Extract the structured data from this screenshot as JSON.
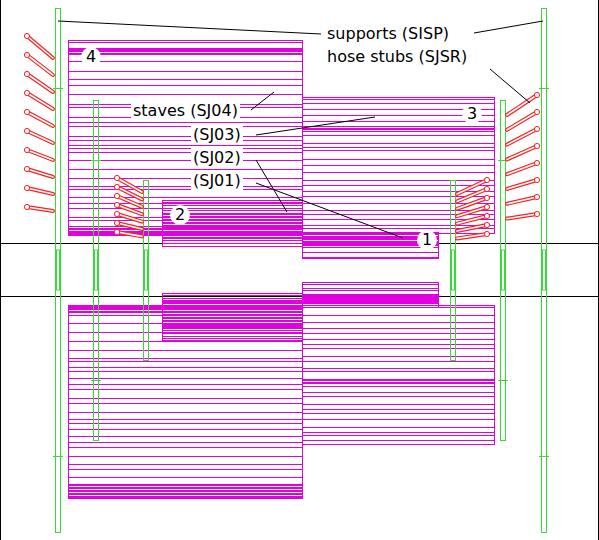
{
  "diagram": {
    "labels": [
      "supports (SISP)",
      "hose stubs (SJSR)",
      "staves (SJ04)",
      "(SJ03)",
      "(SJ02)",
      "(SJ01)",
      "4",
      "3",
      "2",
      "1"
    ]
  }
}
